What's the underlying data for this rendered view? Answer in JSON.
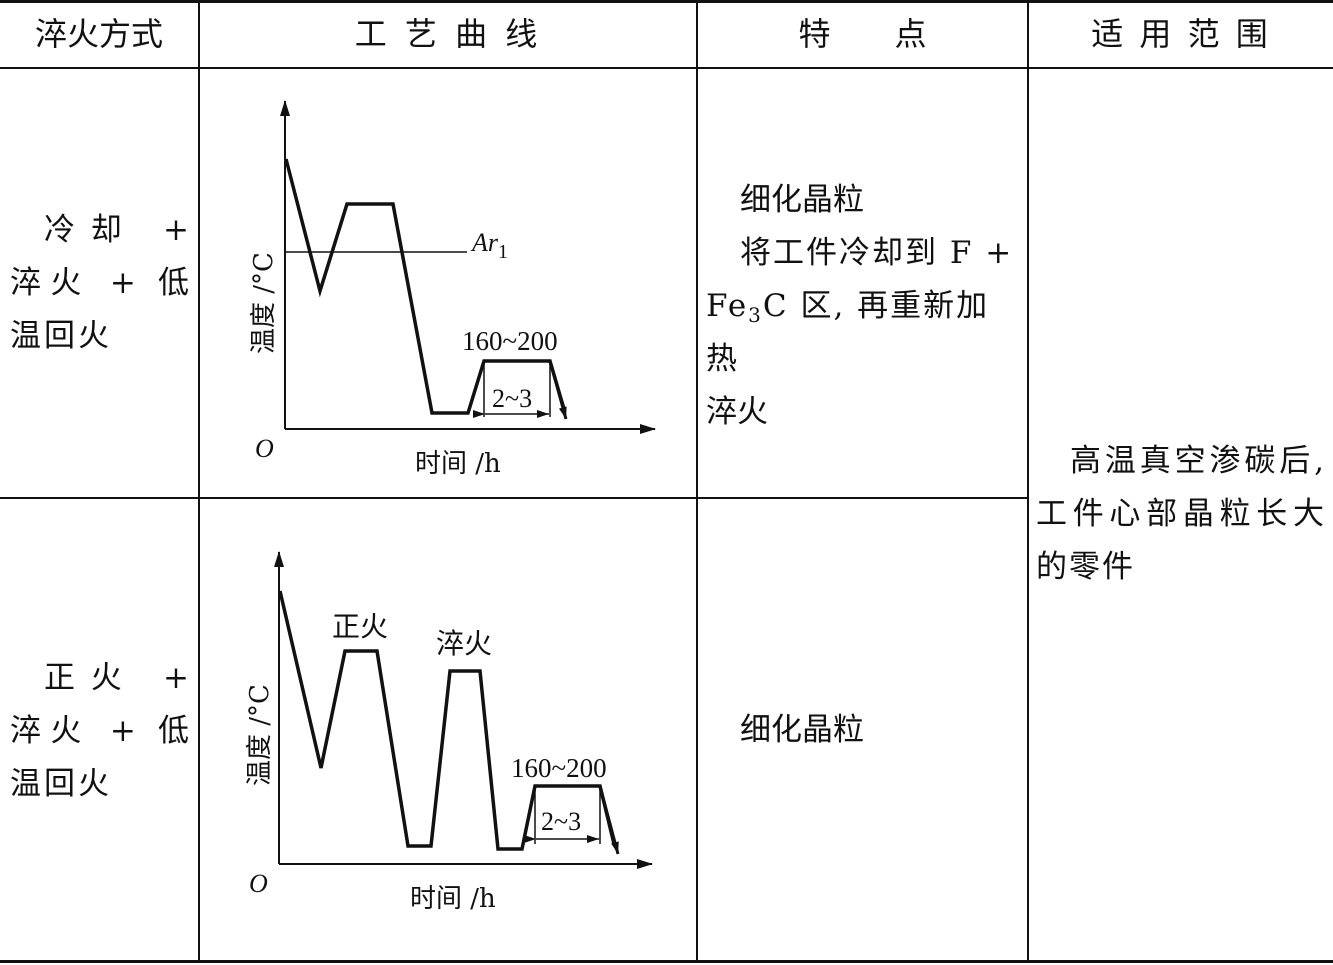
{
  "headers": [
    "淬火方式",
    "工 艺 曲 线",
    "特　　点",
    "适 用 范 围"
  ],
  "rows": [
    {
      "method": "冷却 + 淬火 + 低温回火",
      "features": {
        "line1": "细化晶粒",
        "line2": "将工件冷却到 F +",
        "line3_fe": "Fe",
        "line3_sub": "3",
        "line3_rest": "C 区, 再重新加热",
        "line4": "淬火"
      },
      "chart": {
        "ylabel": "温度 /°C",
        "xlabel": "时间 /h",
        "origin": "O",
        "threshold_label": "Ar",
        "threshold_sub": "1",
        "temp_label": "160~200",
        "hold_label": "2~3"
      }
    },
    {
      "method": "正火 + 淬火 + 低温回火",
      "features": {
        "line1": "细化晶粒"
      },
      "chart": {
        "ylabel": "温度 /°C",
        "xlabel": "时间 /h",
        "origin": "O",
        "peak1_label": "正火",
        "peak2_label": "淬火",
        "temp_label": "160~200",
        "hold_label": "2~3"
      }
    }
  ],
  "scope": "高温真空渗碳后, 工件心部晶粒长大的零件"
}
